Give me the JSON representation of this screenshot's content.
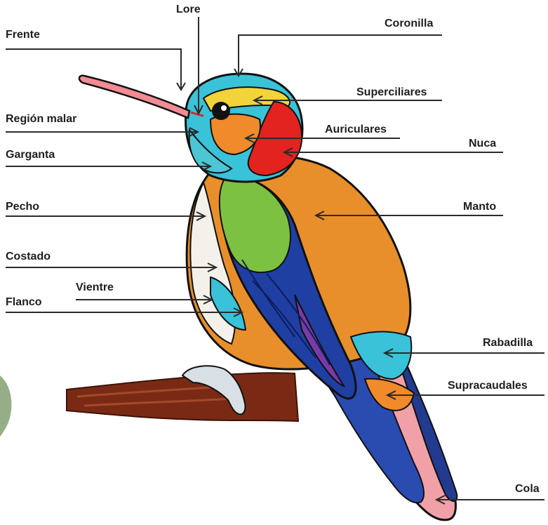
{
  "labels": {
    "lore": "Lore",
    "frente": "Frente",
    "coronilla": "Coronilla",
    "superciliares": "Superciliares",
    "region_malar": "Región malar",
    "auriculares": "Auriculares",
    "nuca": "Nuca",
    "garganta": "Garganta",
    "pecho": "Pecho",
    "manto": "Manto",
    "costado": "Costado",
    "vientre": "Vientre",
    "flanco": "Flanco",
    "rabadilla": "Rabadilla",
    "supracaudales": "Supracaudales",
    "cola": "Cola"
  },
  "colors": {
    "line": "#2b2b2b",
    "outline": "#111111",
    "crown": "#39c2d8",
    "supercilium": "#f2d43a",
    "nape": "#e3231f",
    "mantle": "#e88f2b",
    "cheek": "#f08a2a",
    "throat": "#4cc6d4",
    "wing_green": "#7cc142",
    "wing_blue": "#1f3fa3",
    "wing_purple": "#7a3aa6",
    "tail_pink": "#f2a0a8",
    "belly": "#f4f1ea",
    "branch": "#7a2a14",
    "beak": "#f28b93",
    "leaf": "#7a9a6a"
  }
}
